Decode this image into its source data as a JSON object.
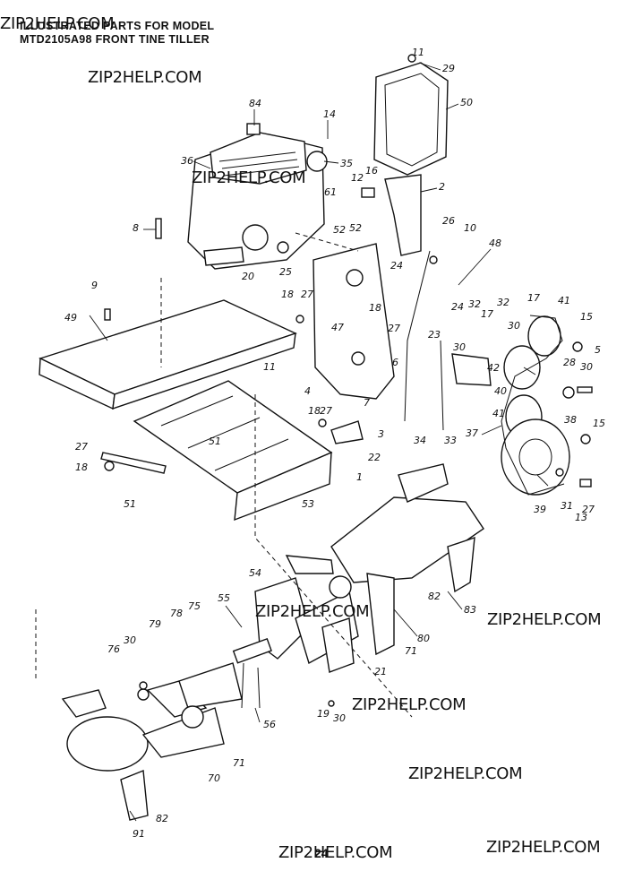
{
  "header": {
    "line1": "ILLUSTRATED PARTS FOR MODEL",
    "line2": "MTD2105A98 FRONT TINE TILLER"
  },
  "watermark": "ZIP2HELP.COM",
  "page_number": "24",
  "callouts": [
    "84",
    "14",
    "36",
    "35",
    "11",
    "29",
    "50",
    "16",
    "12",
    "2",
    "61",
    "8",
    "52",
    "26",
    "10",
    "48",
    "20",
    "25",
    "52",
    "24",
    "9",
    "18",
    "27",
    "18",
    "32",
    "32",
    "17",
    "41",
    "49",
    "47",
    "24",
    "17",
    "30",
    "15",
    "27",
    "23",
    "30",
    "11",
    "28",
    "30",
    "5",
    "42",
    "6",
    "40",
    "7",
    "4",
    "41",
    "38",
    "18",
    "27",
    "15",
    "3",
    "37",
    "51",
    "22",
    "34",
    "33",
    "27",
    "18",
    "1",
    "39",
    "31",
    "27",
    "13",
    "51",
    "53",
    "83",
    "82",
    "54",
    "55",
    "80",
    "75",
    "78",
    "71",
    "79",
    "30",
    "21",
    "76",
    "56",
    "19",
    "30",
    "70",
    "71",
    "82",
    "91"
  ]
}
